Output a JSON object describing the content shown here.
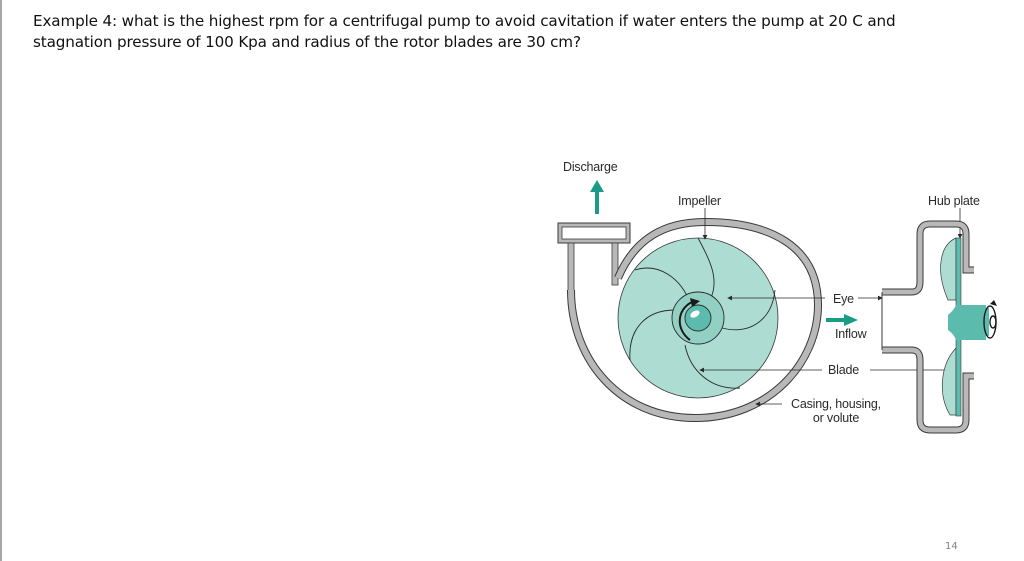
{
  "slide": {
    "question_lines": [
      "Example 4: what is the highest rpm for a centrifugal pump to avoid cavitation if water enters the pump at 20 C and",
      "stagnation pressure of 100 Kpa and radius of the rotor blades are 30 cm?"
    ],
    "page_number": "14"
  },
  "diagram": {
    "labels": {
      "discharge": "Discharge",
      "impeller": "Impeller",
      "hub_plate": "Hub plate",
      "eye": "Eye",
      "inflow": "Inflow",
      "blade": "Blade",
      "casing_line1": "Casing, housing,",
      "casing_line2": "or volute"
    },
    "colors": {
      "impeller_fill": "#acdcd2",
      "hub_fill": "#5bbcad",
      "arrow_teal": "#1a9b88",
      "casing_gray": "#b8b8b8",
      "outline": "#3a3a3a"
    }
  }
}
